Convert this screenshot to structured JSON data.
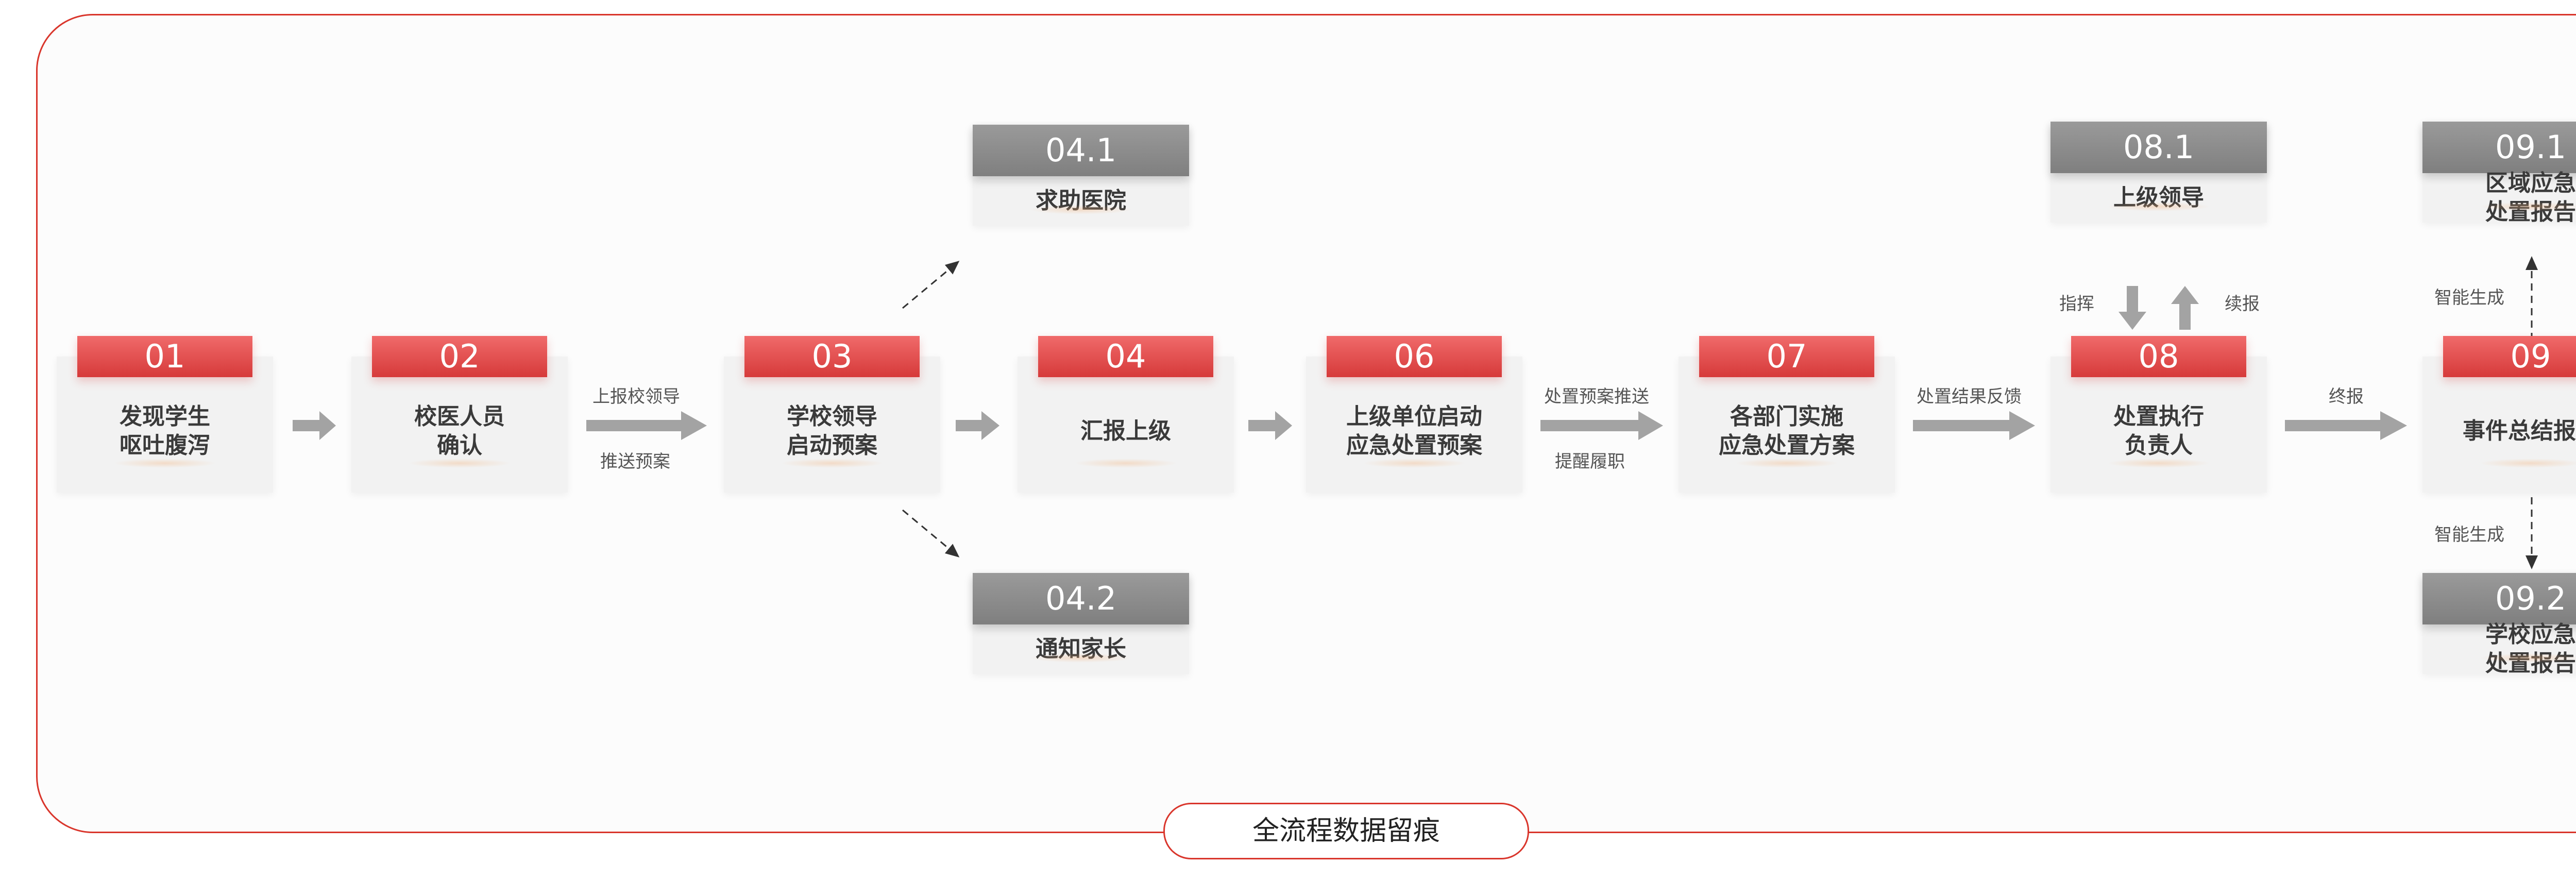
{
  "nodes": {
    "n01": {
      "code": "01",
      "lines": [
        "发现学生",
        "呕吐腹泻"
      ]
    },
    "n02": {
      "code": "02",
      "lines": [
        "校医人员",
        "确认"
      ]
    },
    "n03": {
      "code": "03",
      "lines": [
        "学校领导",
        "启动预案"
      ]
    },
    "n04": {
      "code": "04",
      "lines": [
        "汇报上级"
      ]
    },
    "n041": {
      "code": "04.1",
      "lines": [
        "求助医院"
      ]
    },
    "n042": {
      "code": "04.2",
      "lines": [
        "通知家长"
      ]
    },
    "n06": {
      "code": "06",
      "lines": [
        "上级单位启动",
        "应急处置预案"
      ]
    },
    "n07": {
      "code": "07",
      "lines": [
        "各部门实施",
        "应急处置方案"
      ]
    },
    "n08": {
      "code": "08",
      "lines": [
        "处置执行",
        "负责人"
      ]
    },
    "n081": {
      "code": "08.1",
      "lines": [
        "上级领导"
      ]
    },
    "n09": {
      "code": "09",
      "lines": [
        "事件总结报告"
      ]
    },
    "n091": {
      "code": "09.1",
      "lines": [
        "区域应急",
        "处置报告"
      ]
    },
    "n092": {
      "code": "09.2",
      "lines": [
        "学校应急",
        "处置报告"
      ]
    }
  },
  "edge_labels": {
    "report_leader": "上报校领导",
    "push_plan": "推送预案",
    "plan_push": "处置预案推送",
    "remind_duty": "提醒履职",
    "result_feedback": "处置结果反馈",
    "final_report": "终报",
    "command": "指挥",
    "follow_report": "续报",
    "smart_gen_top": "智能生成",
    "smart_gen_bottom": "智能生成"
  },
  "footer": "全流程数据留痕",
  "colors": {
    "accent_red": "#d9352b",
    "badge_red": "#e24848",
    "badge_gray": "#8c8c8c",
    "arrow_gray": "#a3a3a3"
  }
}
